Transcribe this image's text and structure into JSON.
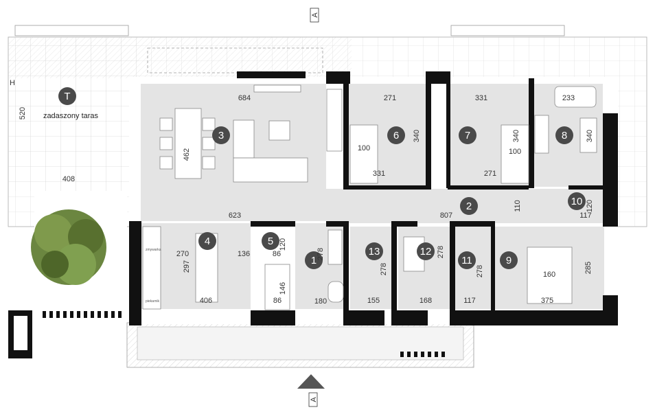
{
  "section_marks": {
    "top": "A",
    "bottom": "A"
  },
  "terrace": {
    "badge": "T",
    "label": "zadaszony taras",
    "dim_height": "520",
    "dim_width": "408",
    "height_mark": "H"
  },
  "rooms": [
    {
      "id": "1",
      "dims": [
        "278",
        "180"
      ]
    },
    {
      "id": "2",
      "dims": [
        "807",
        "110"
      ]
    },
    {
      "id": "3",
      "dims": [
        "684",
        "462",
        "623"
      ]
    },
    {
      "id": "4",
      "dims": [
        "270",
        "297",
        "406"
      ]
    },
    {
      "id": "5",
      "dims": [
        "136",
        "86",
        "120",
        "146",
        "86"
      ]
    },
    {
      "id": "6",
      "dims": [
        "271",
        "340",
        "100",
        "331"
      ]
    },
    {
      "id": "7",
      "dims": [
        "331",
        "340",
        "100",
        "271"
      ]
    },
    {
      "id": "8",
      "dims": [
        "233",
        "340"
      ]
    },
    {
      "id": "9",
      "dims": [
        "160",
        "285",
        "375"
      ]
    },
    {
      "id": "10",
      "dims": [
        "120",
        "117"
      ]
    },
    {
      "id": "11",
      "dims": [
        "278",
        "117"
      ]
    },
    {
      "id": "12",
      "dims": [
        "278",
        "168"
      ]
    },
    {
      "id": "13",
      "dims": [
        "278",
        "155"
      ]
    }
  ],
  "kitchen_labels": {
    "a": "zmywarka",
    "b": "piekarnik"
  },
  "colors": {
    "floor": "#e4e4e4",
    "wall": "#111111",
    "badge": "#4a4a4a",
    "grid": "#cfcfcf",
    "tree": "#5f7a3a"
  }
}
